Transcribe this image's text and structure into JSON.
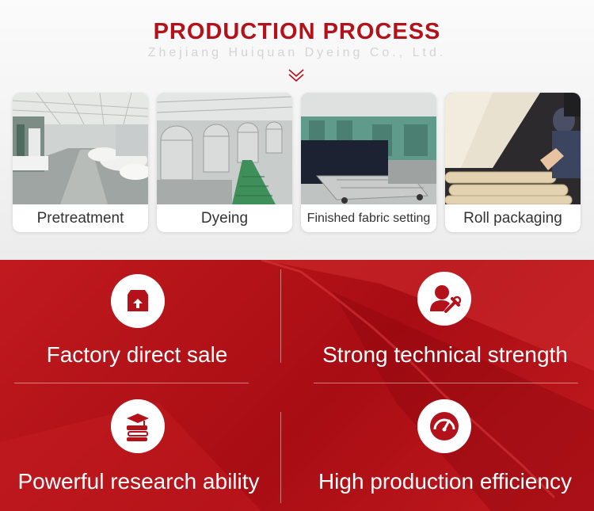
{
  "header": {
    "title": "PRODUCTION PROCESS",
    "subtitle": "Zhejiang Huiquan Dyeing Co., Ltd."
  },
  "process_steps": [
    {
      "label": "Pretreatment",
      "photo": "factory-hall-photo"
    },
    {
      "label": "Dyeing",
      "photo": "dyeing-machines-photo"
    },
    {
      "label": "Finished fabric setting",
      "photo": "setting-machine-photo"
    },
    {
      "label": "Roll packaging",
      "photo": "fabric-rolls-photo"
    }
  ],
  "features": [
    {
      "label": "Factory direct sale",
      "icon": "box-upload-icon"
    },
    {
      "label": "Strong technical strength",
      "icon": "engineer-wrench-icon"
    },
    {
      "label": "Powerful research ability",
      "icon": "graduation-books-icon"
    },
    {
      "label": "High production efficiency",
      "icon": "speedometer-icon"
    }
  ],
  "colors": {
    "accent_red": "#b3121b",
    "panel_red": "#b01218",
    "white": "#ffffff"
  }
}
